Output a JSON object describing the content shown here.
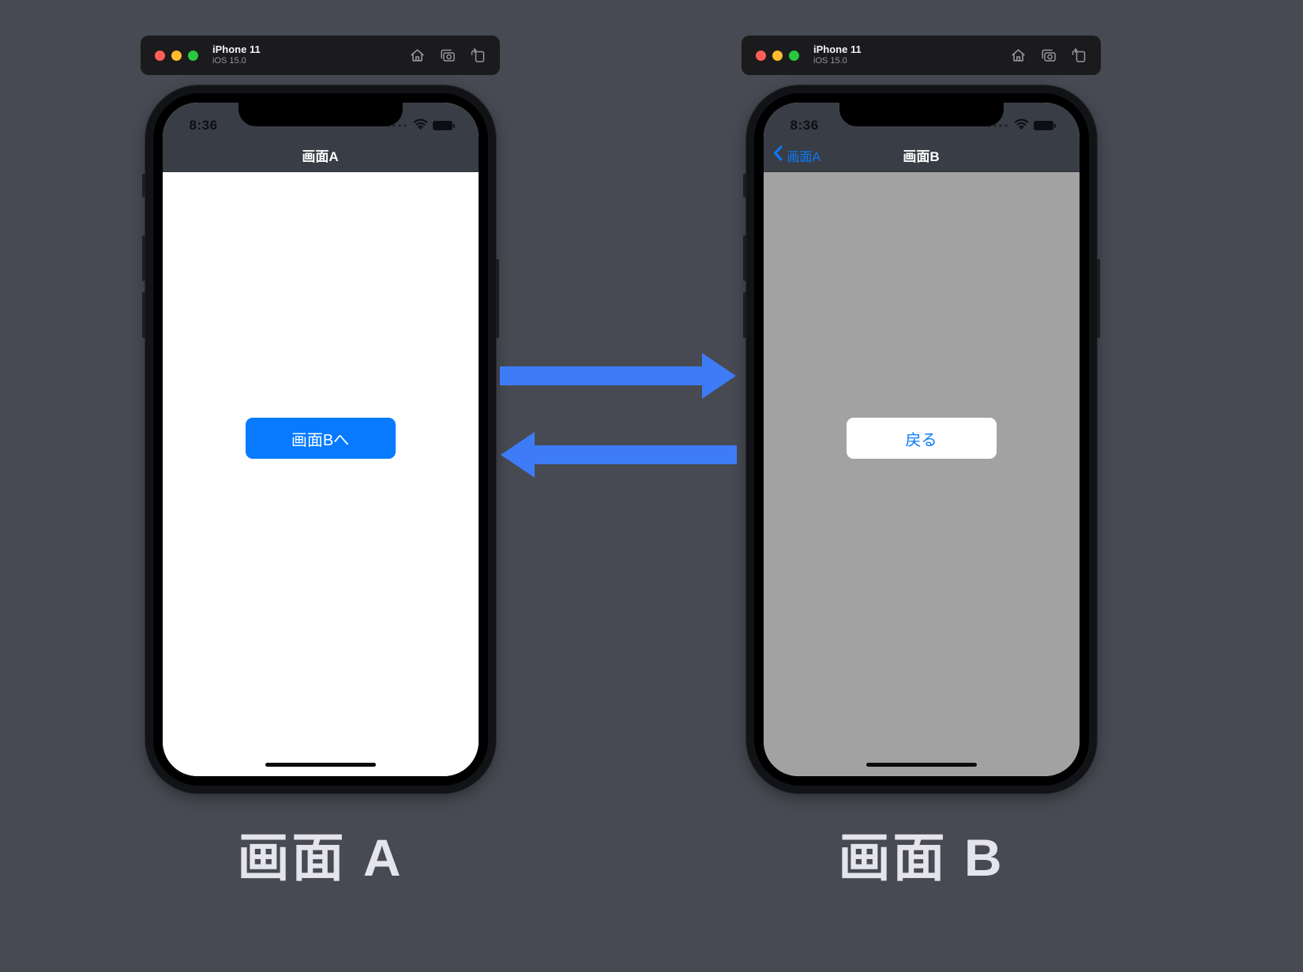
{
  "colors": {
    "page_background": "#474a52",
    "accent_blue": "#077aff",
    "arrow_blue": "#3e7bf6",
    "chrome_slate": "#393d46",
    "screen_b_gray": "#a2a2a2",
    "caption_gray": "#e5e4ec",
    "traffic_red": "#ff5f57",
    "traffic_yellow": "#febc2e",
    "traffic_green": "#28c840"
  },
  "simulators": [
    {
      "toolbar": {
        "device_name": "iPhone 11",
        "os_version": "iOS 15.0",
        "icons": [
          "home-icon",
          "screenshot-icon",
          "rotate-icon"
        ]
      },
      "status": {
        "time": "8:36",
        "icons": [
          "cellular-dots-icon",
          "wifi-icon",
          "battery-icon"
        ]
      },
      "nav": {
        "title": "画面A"
      },
      "content": {
        "button_label": "画面Bへ"
      },
      "caption": "画面 A"
    },
    {
      "toolbar": {
        "device_name": "iPhone 11",
        "os_version": "iOS 15.0",
        "icons": [
          "home-icon",
          "screenshot-icon",
          "rotate-icon"
        ]
      },
      "status": {
        "time": "8:36",
        "icons": [
          "cellular-dots-icon",
          "wifi-icon",
          "battery-icon"
        ]
      },
      "nav": {
        "back_label": "画面A",
        "title": "画面B"
      },
      "content": {
        "button_label": "戻る"
      },
      "caption": "画面 B"
    }
  ],
  "arrows": [
    {
      "direction": "right"
    },
    {
      "direction": "left"
    }
  ]
}
